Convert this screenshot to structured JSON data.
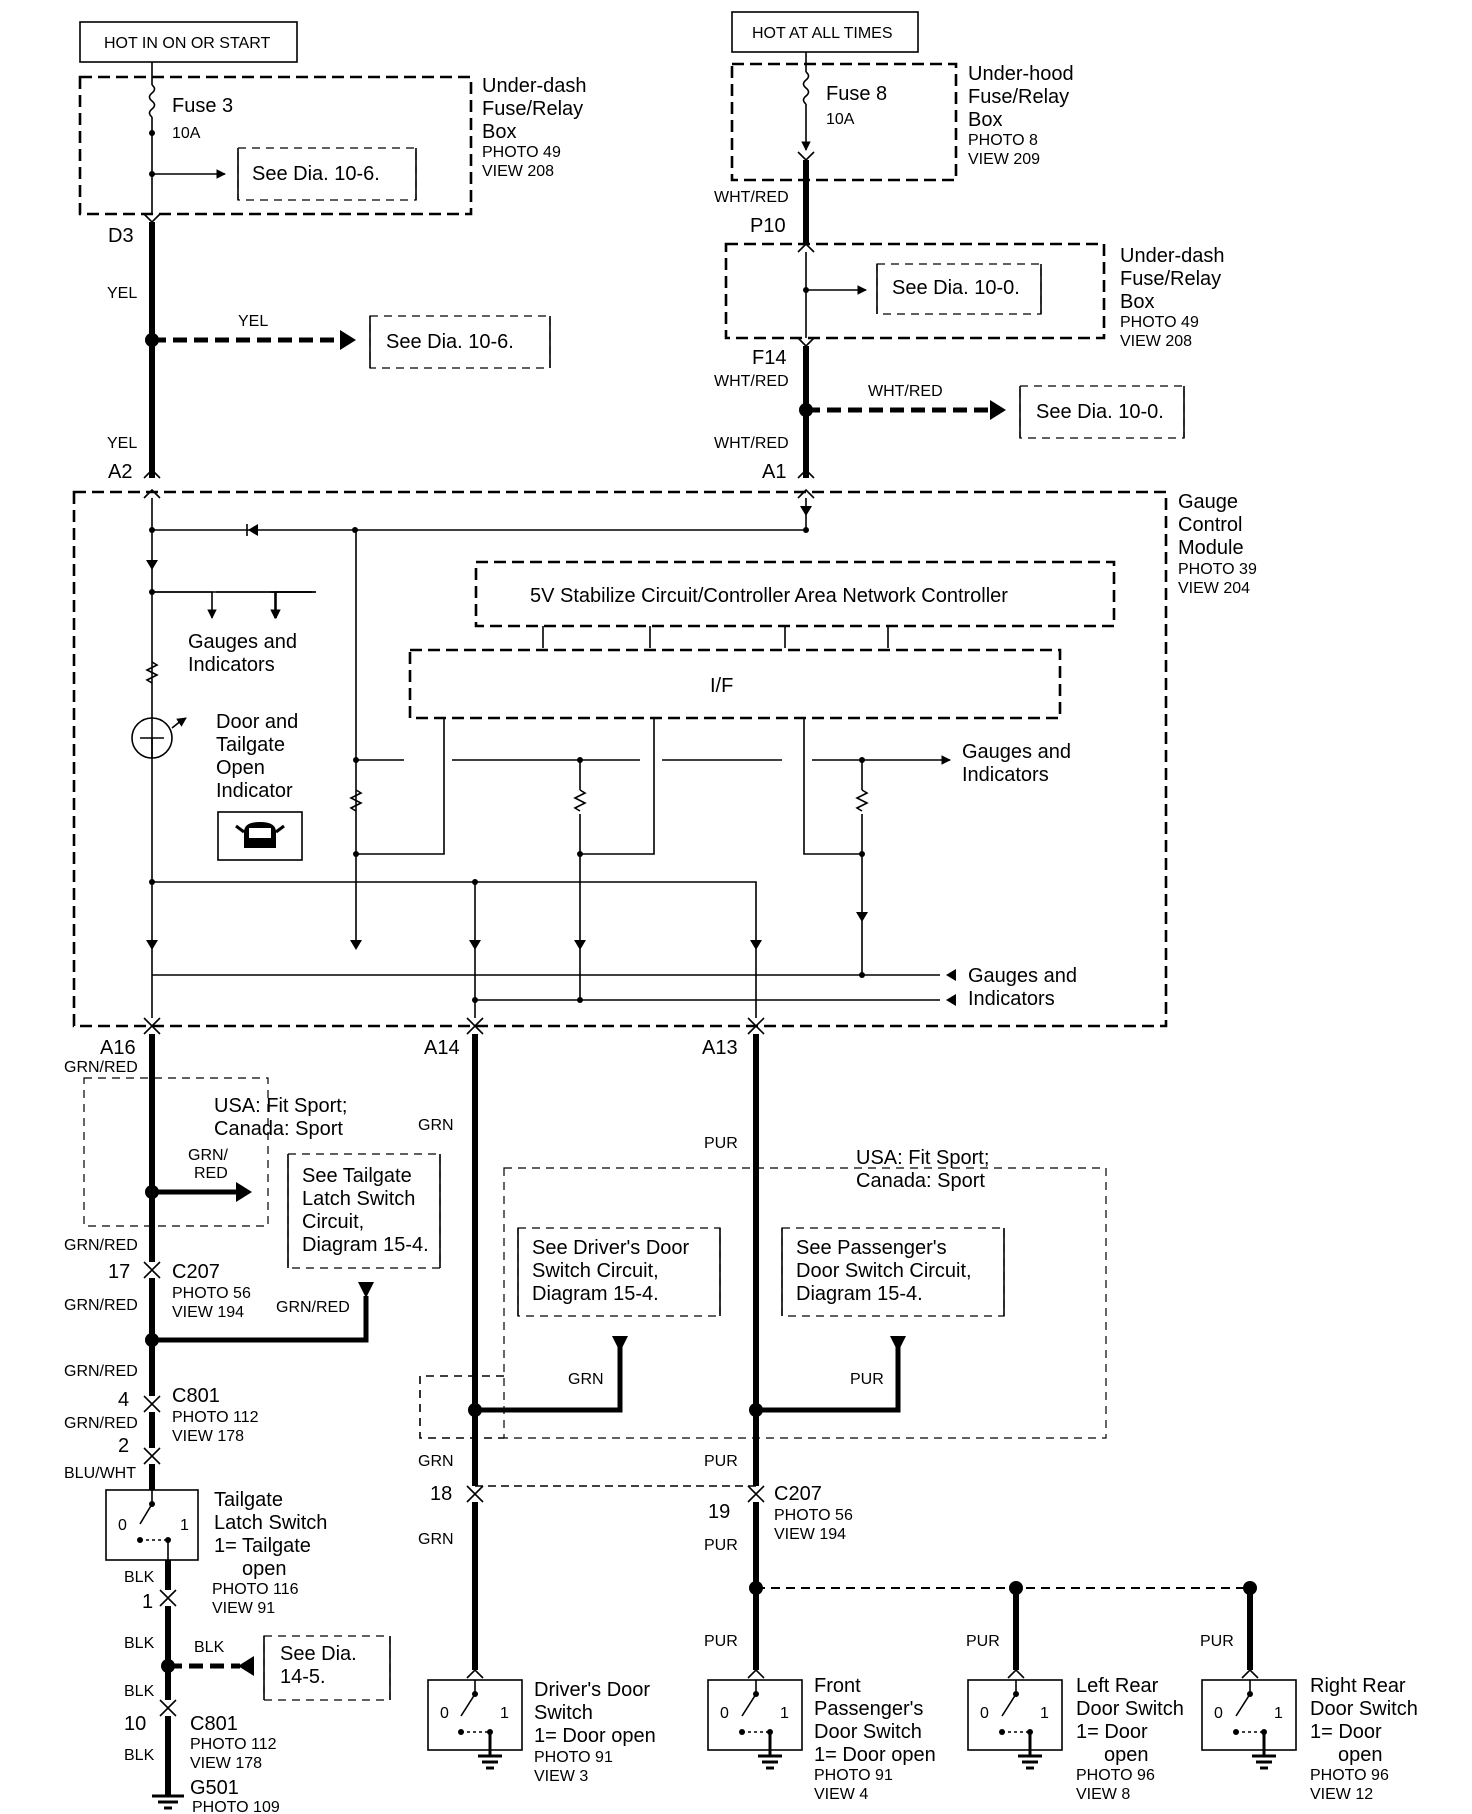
{
  "power": {
    "hot_on_start": "HOT IN ON OR START",
    "hot_all_times": "HOT AT ALL TIMES"
  },
  "underdash_left": {
    "fuse_name": "Fuse 3",
    "fuse_rating": "10A",
    "box_l1": "Under-dash",
    "box_l2": "Fuse/Relay",
    "box_l3": "Box",
    "photo": "PHOTO 49",
    "view": "VIEW 208",
    "see": "See Dia. 10-6."
  },
  "underhood": {
    "fuse_name": "Fuse 8",
    "fuse_rating": "10A",
    "box_l1": "Under-hood",
    "box_l2": "Fuse/Relay",
    "box_l3": "Box",
    "photo": "PHOTO 8",
    "view": "VIEW 209"
  },
  "underdash_right": {
    "box_l1": "Under-dash",
    "box_l2": "Fuse/Relay",
    "box_l3": "Box",
    "photo": "PHOTO 49",
    "view": "VIEW 208",
    "see": "See Dia. 10-0."
  },
  "pins": {
    "d3": "D3",
    "a2": "A2",
    "p10": "P10",
    "f14": "F14",
    "a1": "A1",
    "a16": "A16",
    "a14": "A14",
    "a13": "A13"
  },
  "colors": {
    "yel": "YEL",
    "wht_red": "WHT/RED",
    "grn_red": "GRN/RED",
    "grn_slash": "GRN/",
    "red": "RED",
    "grn": "GRN",
    "pur": "PUR",
    "blu_wht": "BLU/WHT",
    "blk": "BLK"
  },
  "refs": {
    "dia_10_6": "See Dia. 10-6.",
    "dia_10_0": "See Dia. 10-0.",
    "dia_14_5_l1": "See Dia.",
    "dia_14_5_l2": "14-5."
  },
  "gcm": {
    "l1": "Gauge",
    "l2": "Control",
    "l3": "Module",
    "photo": "PHOTO 39",
    "view": "VIEW 204",
    "can_label": "5V Stabilize Circuit/Controller Area Network Controller",
    "if_label": "I/F",
    "gauges_l1": "Gauges and",
    "gauges_l2": "Indicators",
    "indicator_l1": "Door and",
    "indicator_l2": "Tailgate",
    "indicator_l3": "Open",
    "indicator_l4": "Indicator"
  },
  "options": {
    "l1": "USA: Fit Sport;",
    "l2": "Canada: Sport"
  },
  "tailgate_latch_ref": {
    "l1": "See Tailgate",
    "l2": "Latch Switch",
    "l3": "Circuit,",
    "l4": "Diagram 15-4."
  },
  "driver_ref": {
    "l1": "See Driver's Door",
    "l2": "Switch Circuit,",
    "l3": "Diagram 15-4."
  },
  "passenger_ref": {
    "l1": "See Passenger's",
    "l2": "Door Switch Circuit,",
    "l3": "Diagram 15-4."
  },
  "connectors": {
    "c207": "C207",
    "c801": "C801",
    "g501": "G501",
    "c207_photo": "PHOTO 56",
    "c207_view": "VIEW 194",
    "c801_photo": "PHOTO 112",
    "c801_view": "VIEW 178",
    "g501_photo": "PHOTO 109",
    "n17": "17",
    "n4": "4",
    "n2": "2",
    "n1": "1",
    "n10": "10",
    "n18": "18",
    "n19": "19"
  },
  "switches": {
    "pos0": "0",
    "pos1": "1",
    "tailgate": {
      "l1": "Tailgate",
      "l2": "Latch Switch",
      "l3": "1= Tailgate",
      "l4": "open",
      "photo": "PHOTO 116",
      "view": "VIEW 91"
    },
    "driver": {
      "l1": "Driver's Door",
      "l2": "Switch",
      "l3": "1= Door open",
      "photo": "PHOTO 91",
      "view": "VIEW 3"
    },
    "front_pass": {
      "l1": "Front",
      "l2": "Passenger's",
      "l3": "Door Switch",
      "l4": "1= Door open",
      "photo": "PHOTO 91",
      "view": "VIEW 4"
    },
    "left_rear": {
      "l1": "Left Rear",
      "l2": "Door Switch",
      "l3": "1= Door",
      "l4": "open",
      "photo": "PHOTO 96",
      "view": "VIEW 8"
    },
    "right_rear": {
      "l1": "Right Rear",
      "l2": "Door Switch",
      "l3": "1= Door",
      "l4": "open",
      "photo": "PHOTO 96",
      "view": "VIEW 12"
    }
  }
}
